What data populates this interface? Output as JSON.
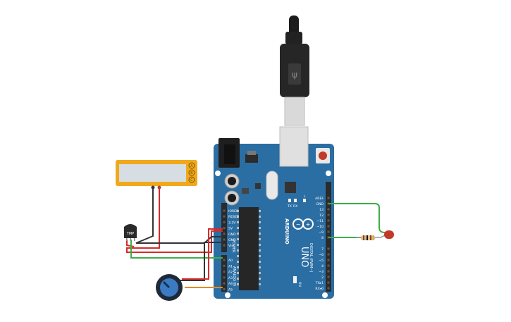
{
  "board": {
    "brand": "ARDUINO",
    "model": "UNO",
    "power_header_label": "POWER",
    "analog_header_label": "ANALOG IN",
    "digital_header_label": "DIGITAL (PWM~)",
    "power_pins": [
      "IOREF",
      "RESET",
      "3.3V",
      "5V",
      "GND",
      "GND",
      "Vin"
    ],
    "analog_pins": [
      "A0",
      "A1",
      "A2",
      "A3",
      "A4",
      "A5"
    ],
    "top_pins": [
      "AREF",
      "GND",
      "13",
      "12",
      "~11",
      "~10",
      "~9",
      "8"
    ],
    "bottom_pins": [
      "7",
      "~6",
      "~5",
      "4",
      "~3",
      "2",
      "TX▸1",
      "RX◂0"
    ],
    "led_labels": [
      "TX",
      "RX"
    ],
    "led_l_label": "L",
    "on_label": "ON"
  },
  "temp_sensor": {
    "label": "TMP"
  },
  "power_meter": {
    "markers": [
      "A",
      "B",
      "C"
    ]
  },
  "colors": {
    "board": "#2b6ea3",
    "board_dark": "#1f5585",
    "header": "#2b2b2b",
    "meter_frame": "#f0a91c",
    "meter_screen": "#d6dde3",
    "wire_red": "#d62b2b",
    "wire_black": "#333333",
    "wire_green": "#3daf47",
    "wire_orange": "#e68a1e",
    "led": "#c0392b",
    "pot_knob": "#3b7ac4"
  }
}
